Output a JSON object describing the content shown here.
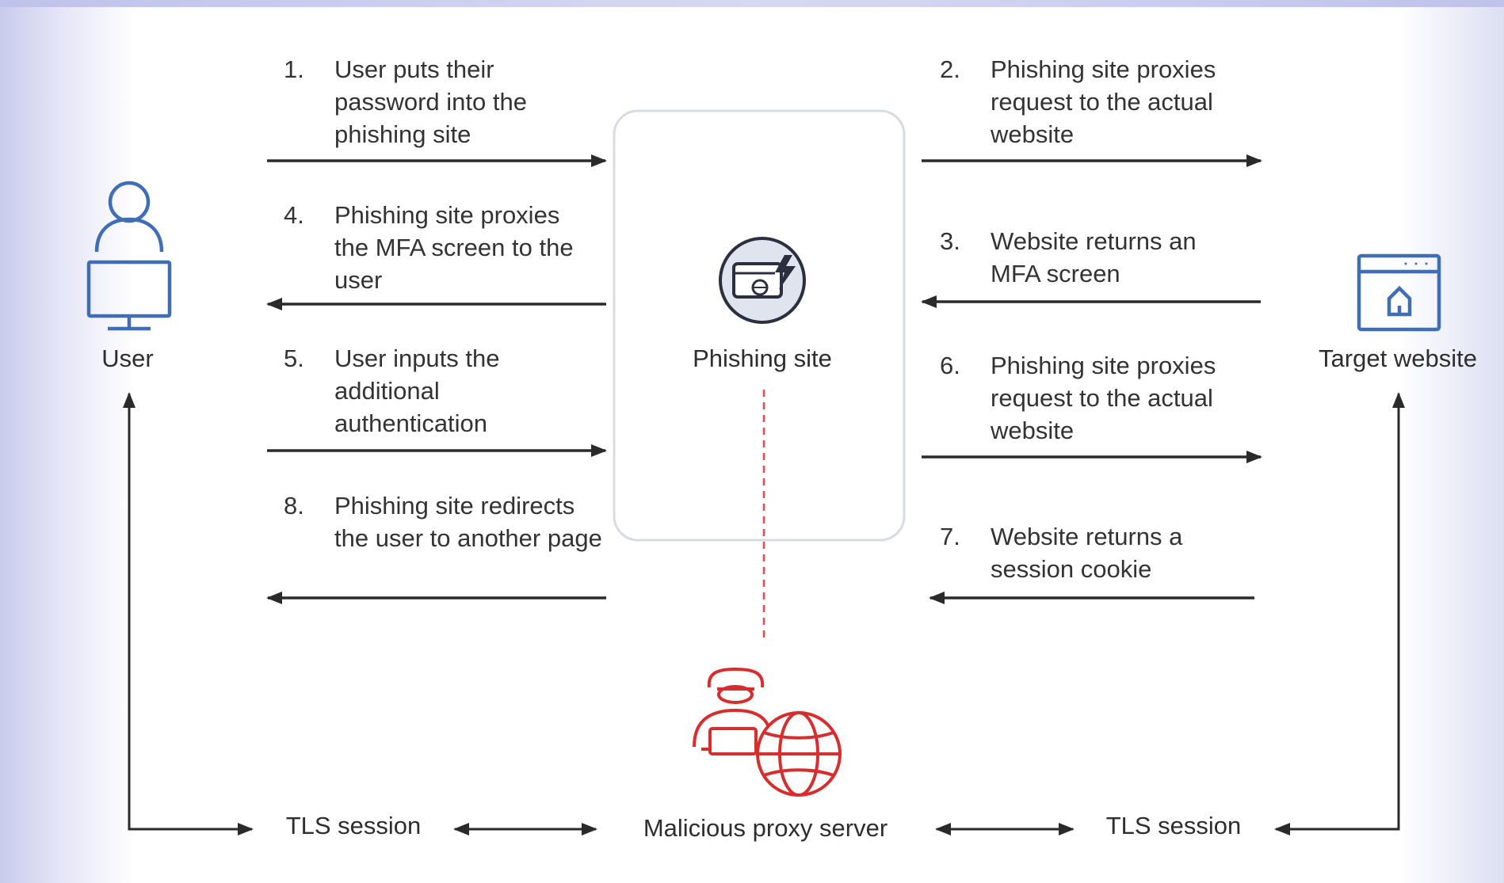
{
  "nodes": {
    "user": {
      "label": "User",
      "icon": "user-computer-icon"
    },
    "phishing_site": {
      "label": "Phishing site",
      "icon": "phishing-card-icon"
    },
    "target_website": {
      "label": "Target website",
      "icon": "browser-home-icon"
    },
    "proxy_server": {
      "label": "Malicious proxy server",
      "icon": "hacker-globe-icon"
    }
  },
  "steps": [
    {
      "num": "1.",
      "text": "User puts their password into the phishing site",
      "direction": "user-to-phishing"
    },
    {
      "num": "2.",
      "text": "Phishing site proxies request to the actual website",
      "direction": "phishing-to-target"
    },
    {
      "num": "3.",
      "text": "Website returns an MFA screen",
      "direction": "target-to-phishing"
    },
    {
      "num": "4.",
      "text": "Phishing site proxies the MFA screen to the user",
      "direction": "phishing-to-user"
    },
    {
      "num": "5.",
      "text": "User inputs the additional authentication",
      "direction": "user-to-phishing"
    },
    {
      "num": "6.",
      "text": "Phishing site proxies request to the actual website",
      "direction": "phishing-to-target"
    },
    {
      "num": "7.",
      "text": "Website returns a session cookie",
      "direction": "target-to-phishing"
    },
    {
      "num": "8.",
      "text": "Phishing site redirects the user to another page",
      "direction": "phishing-to-user"
    }
  ],
  "sessions": {
    "left": "TLS session",
    "right": "TLS session"
  },
  "colors": {
    "user_icon": "#3f6eb6",
    "phishing_icon_fill": "#dfe4ef",
    "phishing_icon_stroke": "#2c2f3f",
    "proxy_icon": "#d62e2e",
    "dashed_line": "#e14d4d",
    "arrows": "#2a2a2a",
    "box_border": "#d8dbe2"
  }
}
